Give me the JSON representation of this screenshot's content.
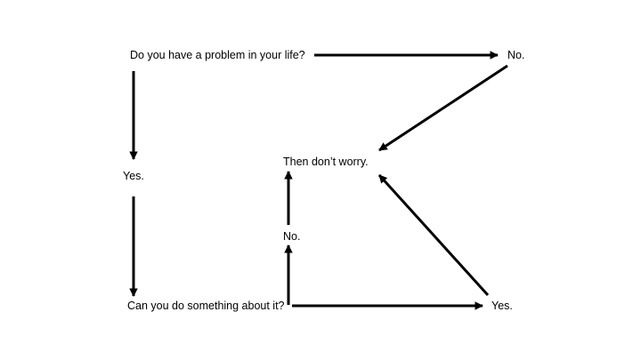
{
  "diagram": {
    "nodes": {
      "question1": "Do you have a problem in your life?",
      "no1": "No.",
      "yes1": "Yes.",
      "dont_worry": "Then don’t worry.",
      "no2": "No.",
      "question2": "Can you do something about it?",
      "yes2": "Yes."
    },
    "edges": [
      {
        "from": "question1",
        "to": "no1"
      },
      {
        "from": "no1",
        "to": "dont_worry"
      },
      {
        "from": "question1",
        "to": "yes1"
      },
      {
        "from": "yes1",
        "to": "question2"
      },
      {
        "from": "question2",
        "to": "no2"
      },
      {
        "from": "no2",
        "to": "dont_worry"
      },
      {
        "from": "question2",
        "to": "yes2"
      },
      {
        "from": "yes2",
        "to": "dont_worry"
      }
    ]
  },
  "colors": {
    "text": "#000000",
    "arrow": "#000000",
    "background": "#ffffff"
  }
}
